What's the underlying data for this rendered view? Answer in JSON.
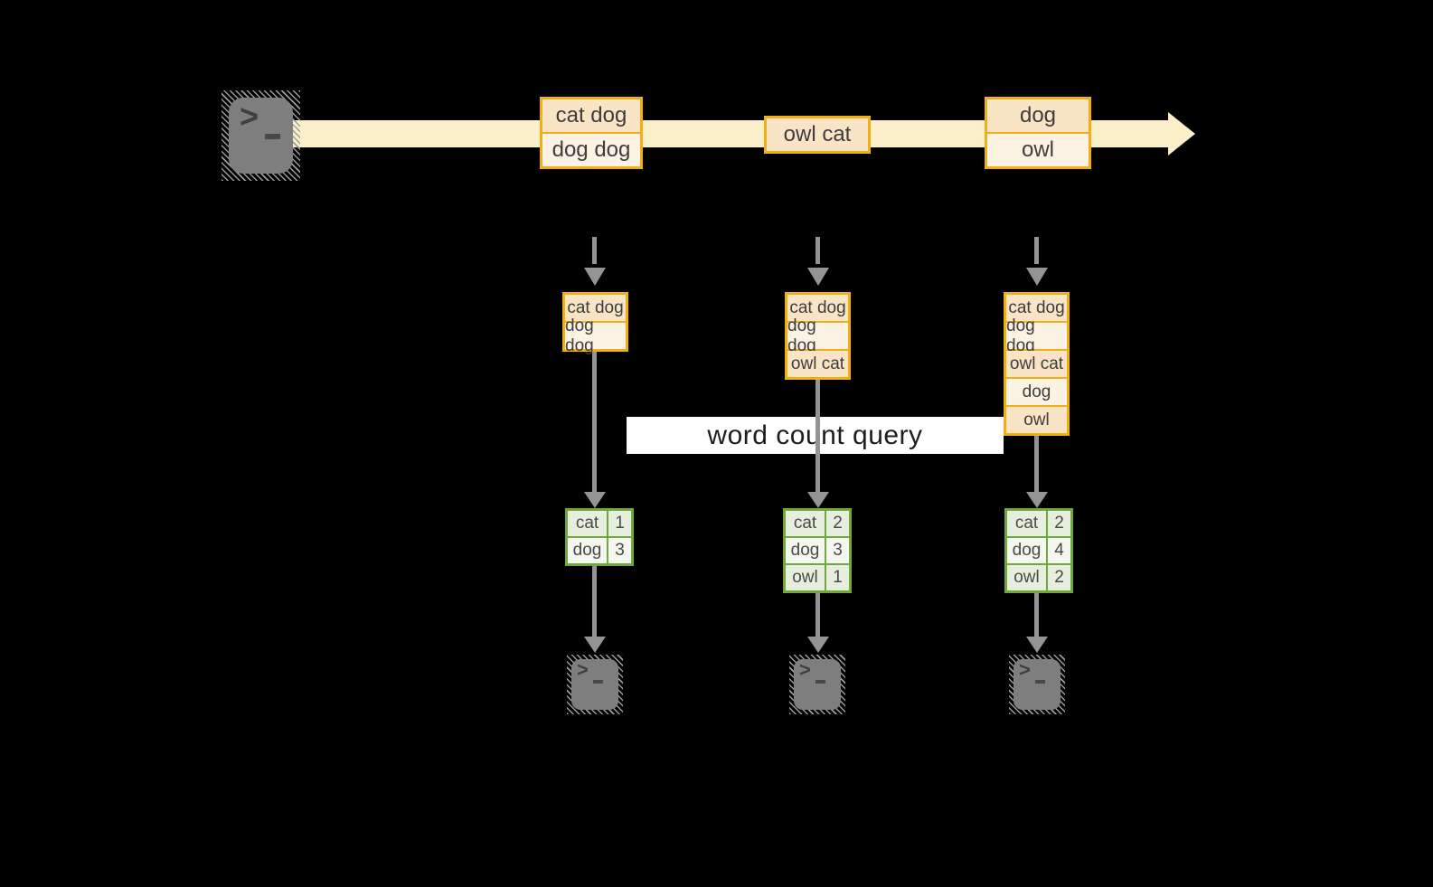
{
  "query": {
    "label": "word count query"
  },
  "icons": {
    "source_terminal": "terminal-icon",
    "sink_terminal": "terminal-icon",
    "prompt_chevron": ">"
  },
  "colors": {
    "background": "#000000",
    "stream_band": "#fcf0cb",
    "record_border": "#f0b014",
    "record_fill_dark": "#fae4c6",
    "record_fill_light": "#fdf3e4",
    "table_border": "#70a83d",
    "table_fill_dark": "#e6eedd",
    "table_fill_light": "#f3f7ef",
    "arrow_gray": "#949494",
    "terminal_gray": "#7e7e7e",
    "text_dark": "#3d3d3d"
  },
  "stream": {
    "batches": [
      {
        "rows": [
          "cat dog",
          "dog dog"
        ]
      },
      {
        "rows": [
          "owl cat"
        ]
      },
      {
        "rows": [
          "dog",
          "owl"
        ]
      }
    ]
  },
  "snapshots": [
    {
      "input_rows": [
        "cat dog",
        "dog dog"
      ],
      "counts": [
        {
          "word": "cat",
          "count": 1
        },
        {
          "word": "dog",
          "count": 3
        }
      ]
    },
    {
      "input_rows": [
        "cat dog",
        "dog dog",
        "owl cat"
      ],
      "counts": [
        {
          "word": "cat",
          "count": 2
        },
        {
          "word": "dog",
          "count": 3
        },
        {
          "word": "owl",
          "count": 1
        }
      ]
    },
    {
      "input_rows": [
        "cat dog",
        "dog dog",
        "owl cat",
        "dog",
        "owl"
      ],
      "counts": [
        {
          "word": "cat",
          "count": 2
        },
        {
          "word": "dog",
          "count": 4
        },
        {
          "word": "owl",
          "count": 2
        }
      ]
    }
  ]
}
